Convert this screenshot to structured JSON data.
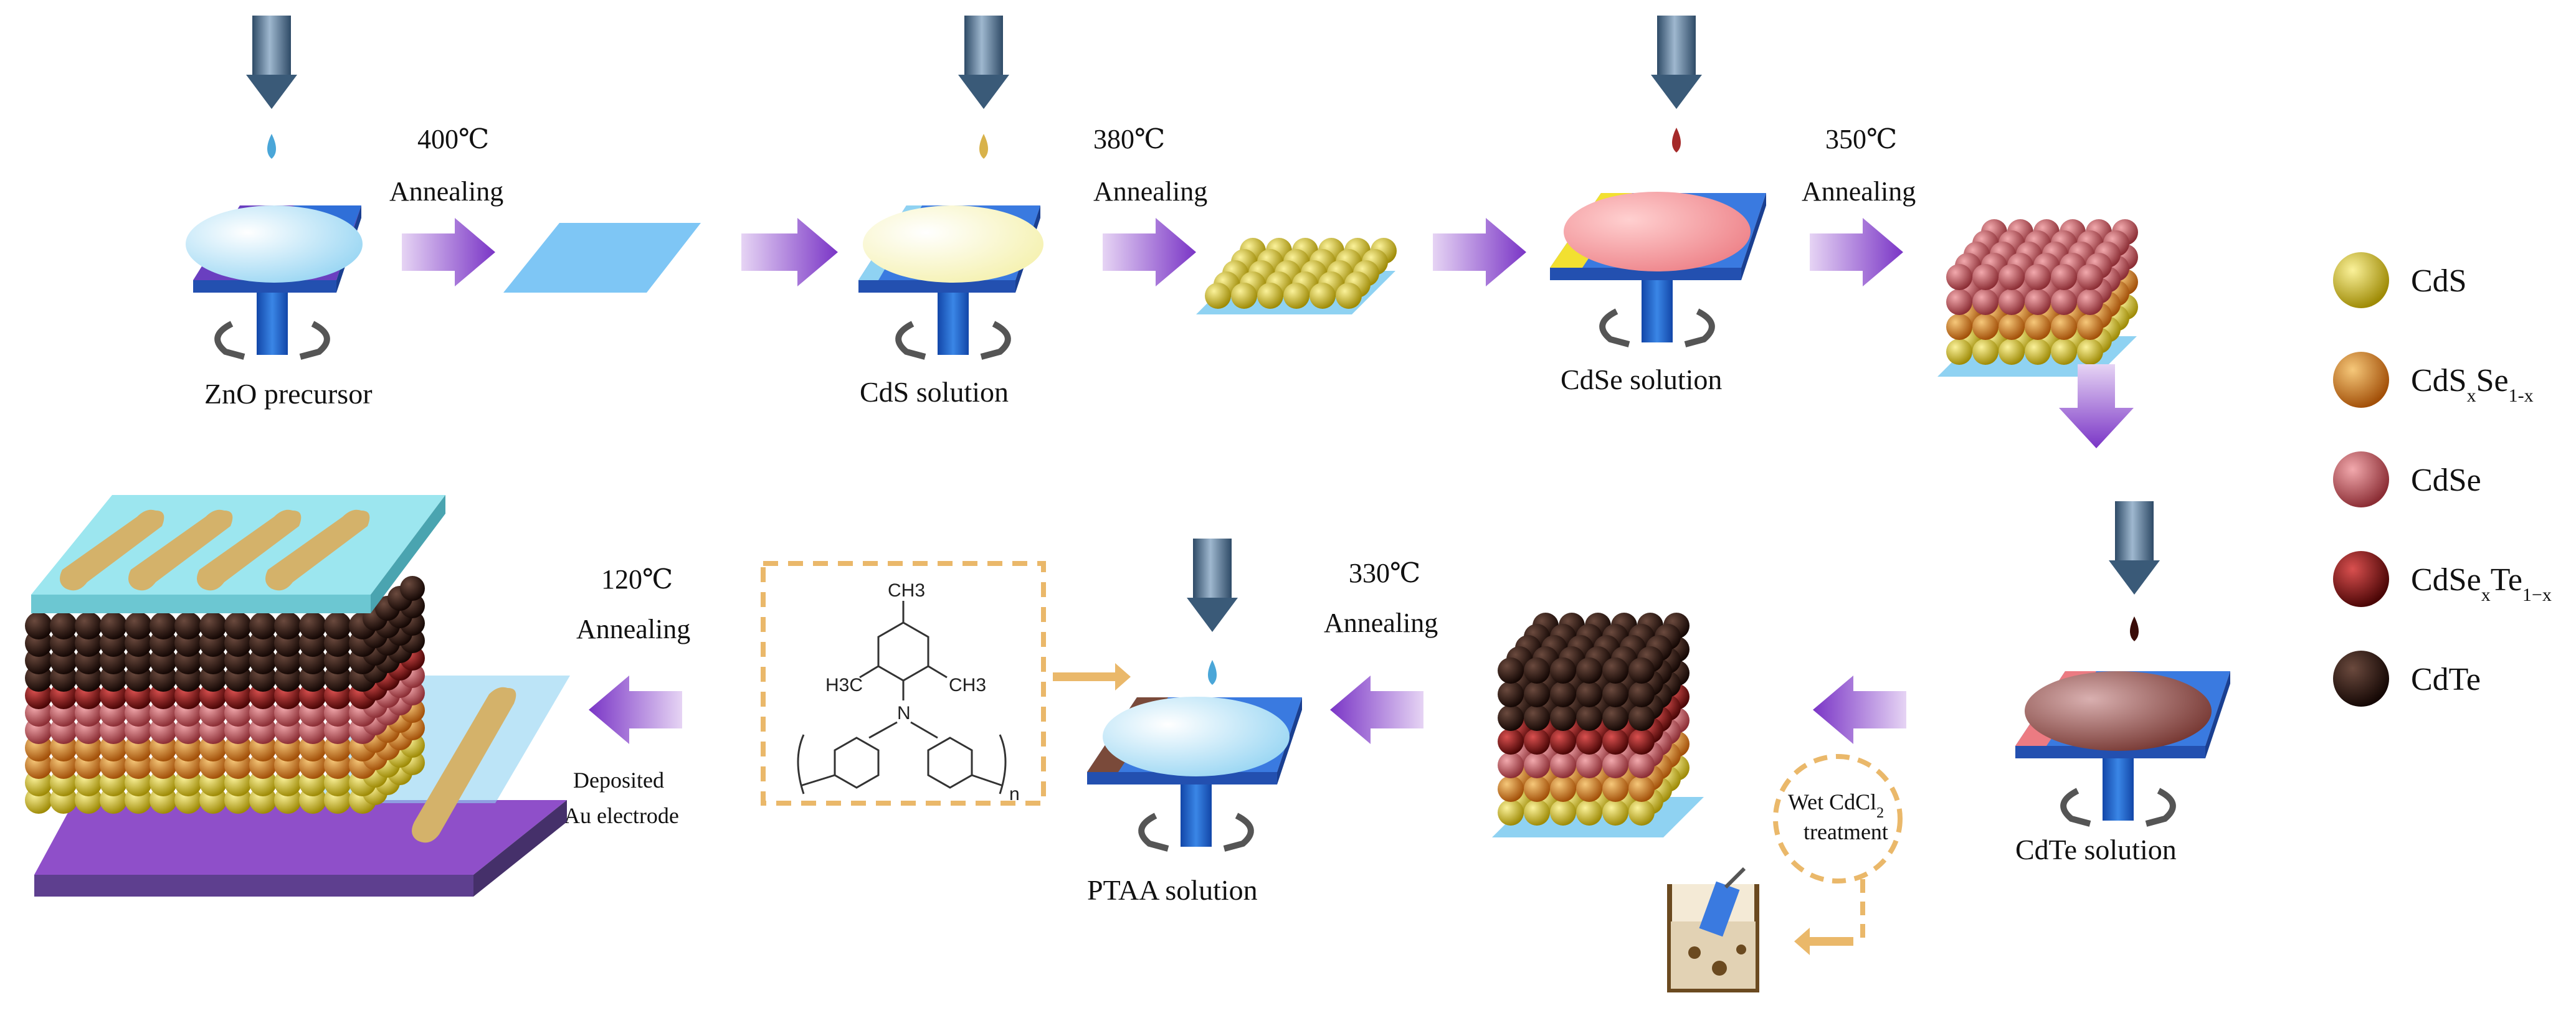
{
  "row1": {
    "steps": [
      {
        "solution": "ZnO precursor",
        "temp": "400℃",
        "process": "Annealing"
      },
      {
        "solution": "CdS solution",
        "temp": "380℃",
        "process": "Annealing"
      },
      {
        "solution": "CdSe solution",
        "temp": "350℃",
        "process": "Annealing"
      }
    ]
  },
  "row2": {
    "cdte_solution": "CdTe solution",
    "treatment": {
      "line1": "Wet CdCl",
      "sub": "2",
      "line2": "treatment"
    },
    "anneal330": {
      "temp": "330℃",
      "process": "Annealing"
    },
    "ptaa_solution": "PTAA solution",
    "anneal120": {
      "temp": "120℃",
      "process": "Annealing",
      "note1": "Deposited",
      "note2": "Au electrode"
    },
    "molecule": {
      "ch3_top": "CH3",
      "h3c": "H3C",
      "ch3_right": "CH3",
      "n": "N",
      "repeat": "n"
    }
  },
  "legend": [
    {
      "label": "CdS",
      "color": "#d8c21a"
    },
    {
      "label": "CdSxSe1-x",
      "color": "#d47a1c",
      "main": "CdS",
      "sub1": "x",
      "mid": "Se",
      "sub2": "1-x"
    },
    {
      "label": "CdSe",
      "color": "#c9575e"
    },
    {
      "label": "CdSexTe1-x",
      "color": "#8a1212",
      "main": "CdSe",
      "sub1": "x",
      "mid": "Te",
      "sub2": "1−x"
    },
    {
      "label": "CdTe",
      "color": "#2a120c"
    }
  ]
}
